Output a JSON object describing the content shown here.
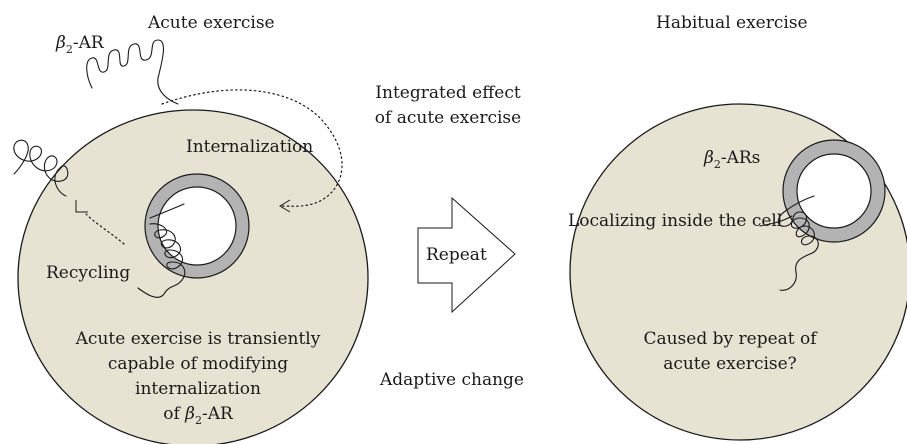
{
  "left_panel": {
    "title": "Acute exercise",
    "receptor_label": "β",
    "receptor_sub": "2",
    "receptor_suffix": "-AR",
    "internalization": "Internalization",
    "recycling": "Recycling",
    "caption_lines": [
      "Acute exercise is transiently",
      "capable of modifying",
      "internalization"
    ],
    "caption_last_prefix": "of ",
    "caption_last_beta": "β",
    "caption_last_sub": "2",
    "caption_last_suffix": "-AR"
  },
  "middle": {
    "top_lines": [
      "Integrated effect",
      "of acute exercise"
    ],
    "arrow_label": "Repeat",
    "bottom_label": "Adaptive change"
  },
  "right_panel": {
    "title": "Habitual exercise",
    "receptors_beta": "β",
    "receptors_sub": "2",
    "receptors_suffix": "-ARs",
    "localizing": "Localizing inside the cell",
    "caption_lines": [
      "Caused by repeat of",
      "acute exercise?"
    ]
  },
  "colors": {
    "cell_fill": "#e6e3d3",
    "vesicle_ring": "#b3b3b3",
    "outline": "#1a1a1a"
  }
}
